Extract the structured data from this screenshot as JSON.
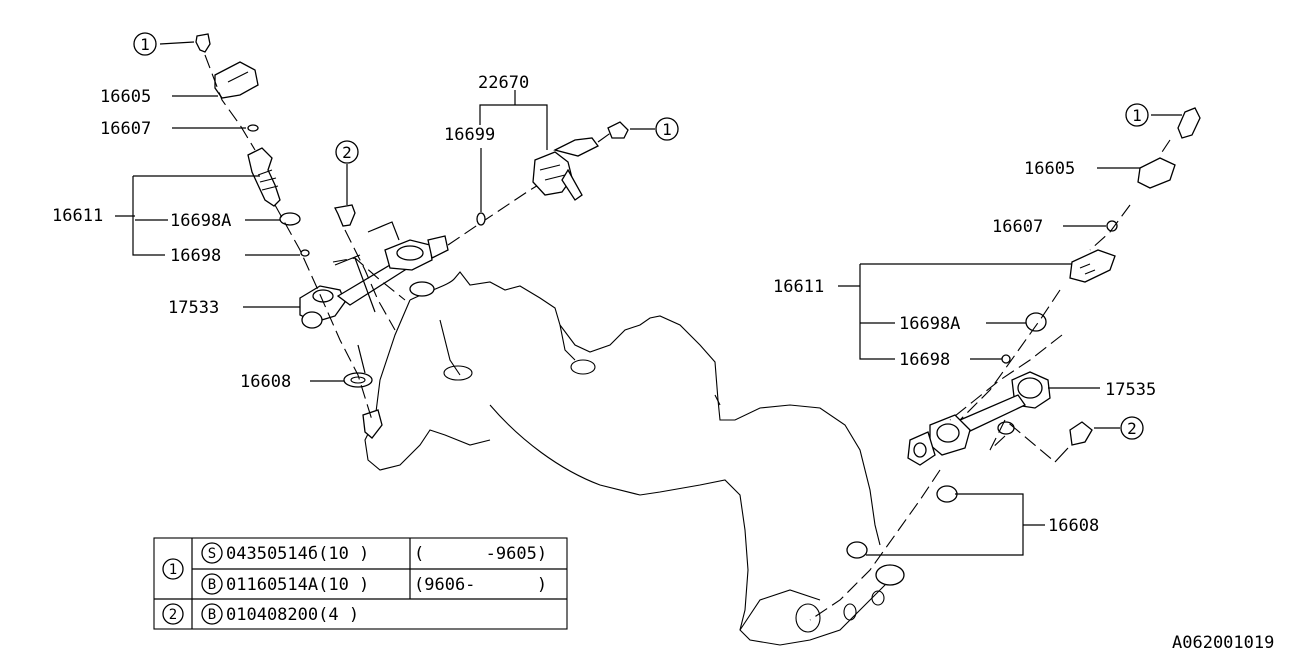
{
  "diagram_id": "A062001019",
  "callouts": {
    "ref1": "1",
    "ref2": "2",
    "p22670": "22670",
    "p16699": "16699",
    "p16605": "16605",
    "p16607": "16607",
    "p16611": "16611",
    "p16698A": "16698A",
    "p16698": "16698",
    "p17533": "17533",
    "p16608": "16608",
    "p17535": "17535"
  },
  "legend": {
    "ref1": "1",
    "ref2": "2",
    "rows": [
      {
        "type": "S",
        "part": "04350514б(10 )",
        "range": "(      -9605)"
      },
      {
        "type": "B",
        "part": "01160514A(10 )",
        "range": "(9606-      )"
      },
      {
        "type": "B",
        "part": "010408200(4 )",
        "range": ""
      }
    ]
  }
}
